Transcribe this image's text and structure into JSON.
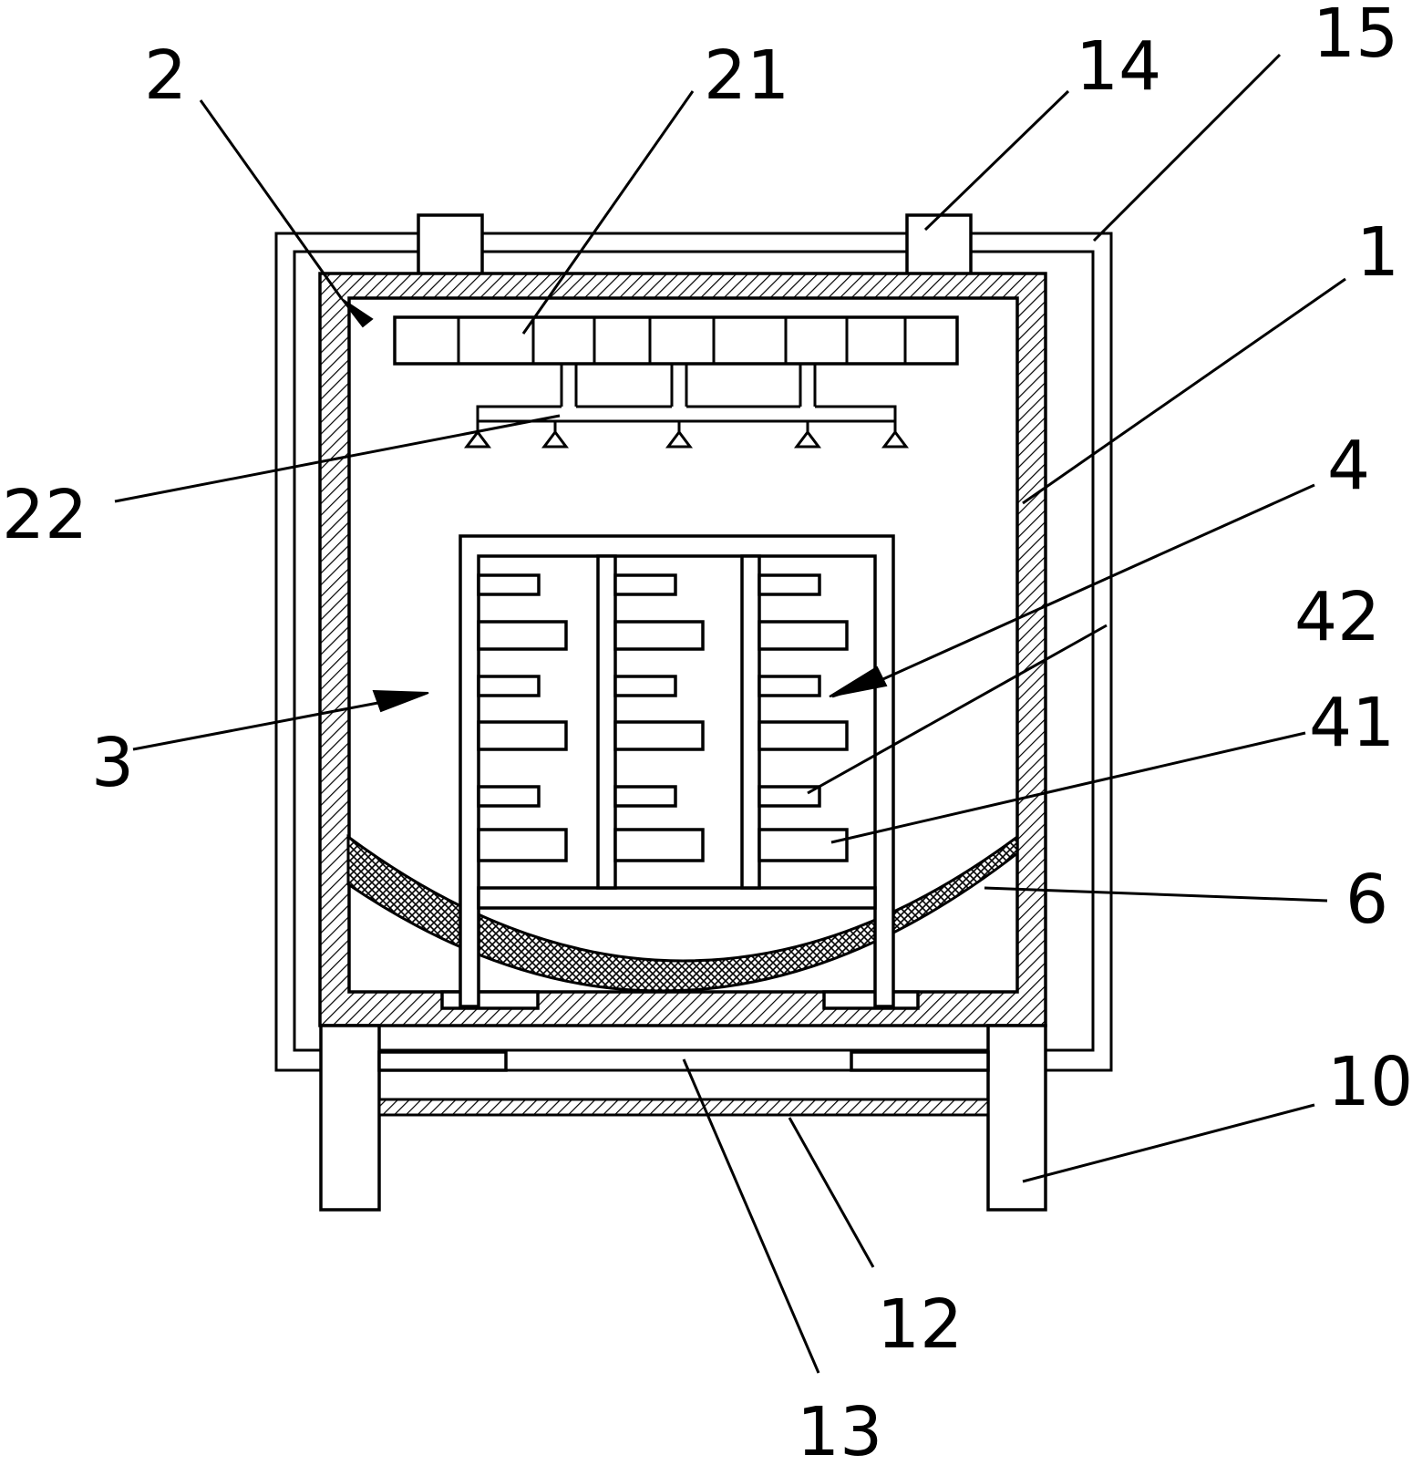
{
  "labels": {
    "l2": "2",
    "l21": "21",
    "l14": "14",
    "l15": "15",
    "l1": "1",
    "l22": "22",
    "l4": "4",
    "l42": "42",
    "l3": "3",
    "l41": "41",
    "l6": "6",
    "l10": "10",
    "l12": "12",
    "l13": "13"
  }
}
